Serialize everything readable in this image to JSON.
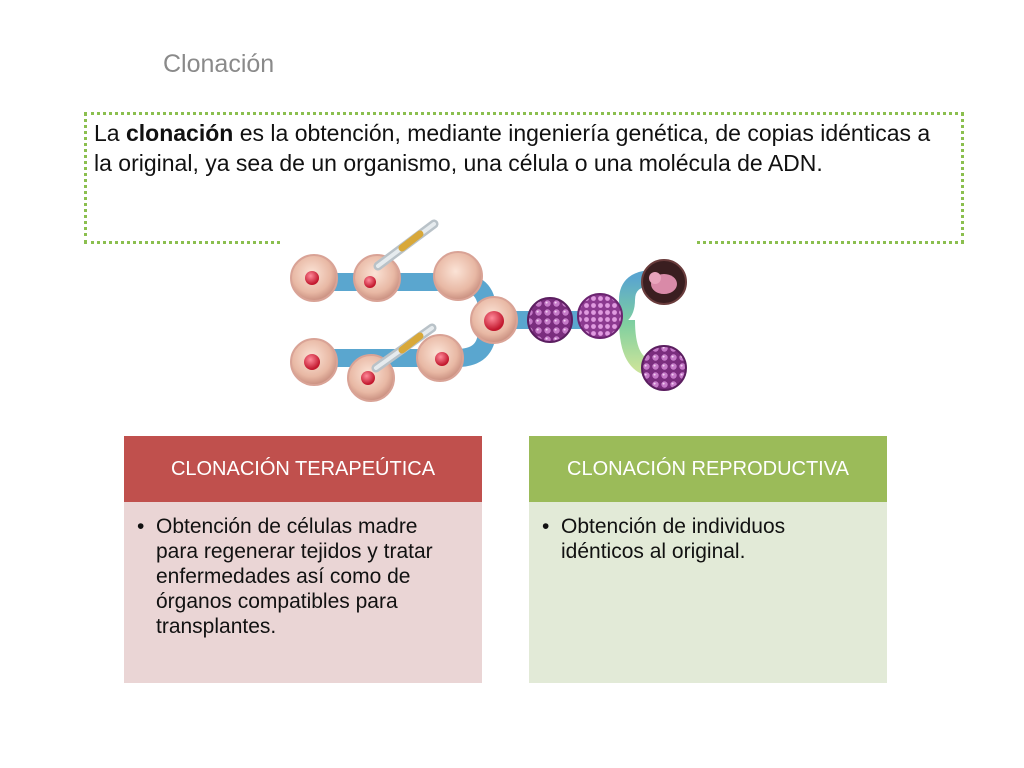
{
  "title": "Clonación",
  "definition": {
    "before": "La ",
    "bold": "clonación",
    "after": " es la obtención, mediante ingeniería genética, de copias idénticas a la original, ya sea de un organismo, una célula o una molécula de ADN."
  },
  "cards": [
    {
      "heading": "CLONACIÓN TERAPEÚTICA",
      "bullet": "•",
      "text": "Obtención de células madre para regenerar tejidos y tratar enfermedades así como de órganos compatibles para transplantes."
    },
    {
      "heading": "CLONACIÓN REPRODUCTIVA",
      "bullet": "•",
      "text": "Obtención de individuos idénticos al original."
    }
  ],
  "colors": {
    "title": "#8a8a8a",
    "dotted_border": "#8bbf4f",
    "therapeutic_header": "#c0504d",
    "therapeutic_body": "#ead5d5",
    "reproductive_header": "#9bbb59",
    "reproductive_body": "#e2ead7",
    "channel": "#5aa6cf"
  },
  "diagram_icons": [
    "egg-cell-icon",
    "micropipette-icon",
    "nucleus-icon",
    "morula-icon",
    "blastocyst-icon",
    "embryo-icon"
  ]
}
